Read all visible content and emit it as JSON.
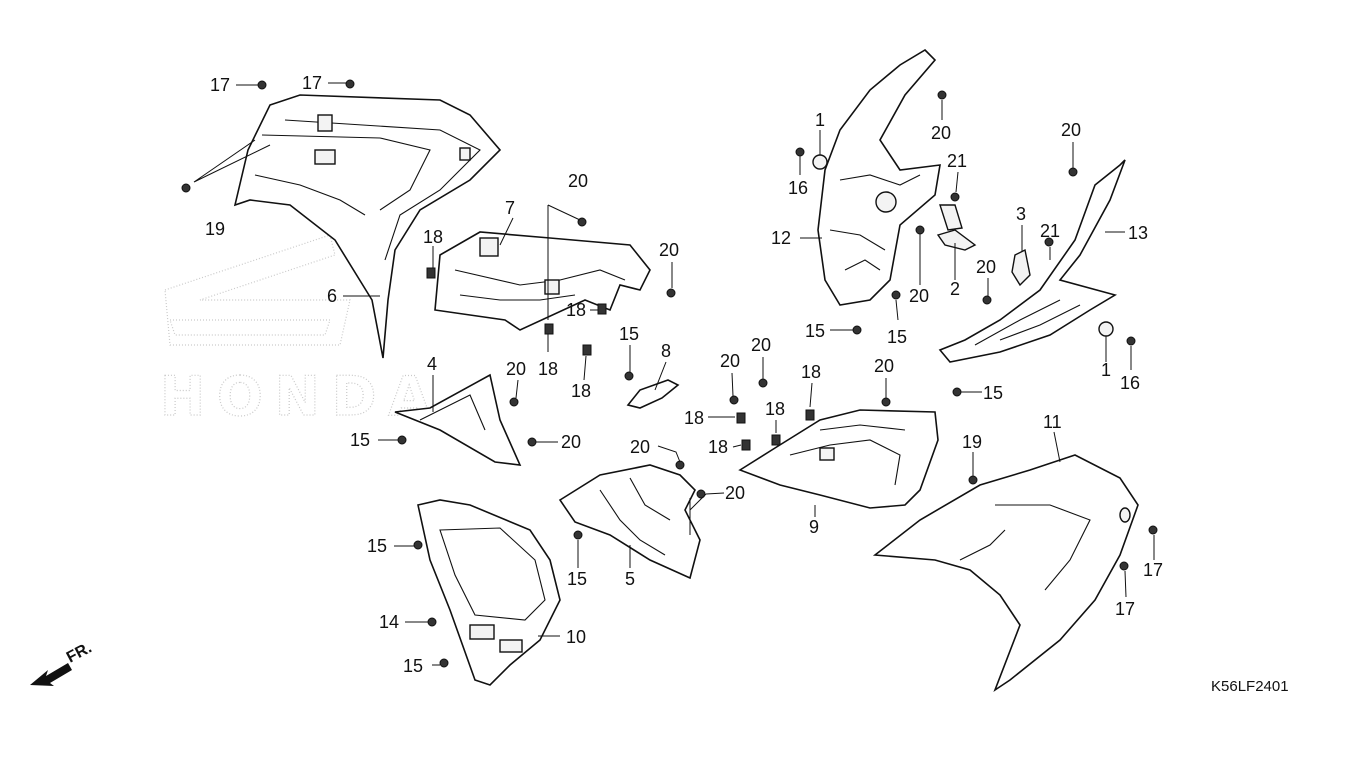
{
  "diagram_code": "K56LF2401",
  "direction_label": "FR.",
  "watermark_text": "HONDA",
  "callouts": [
    {
      "id": "c17a",
      "text": "17"
    },
    {
      "id": "c17b",
      "text": "17"
    },
    {
      "id": "c19a",
      "text": "19"
    },
    {
      "id": "c6",
      "text": "6"
    },
    {
      "id": "c7",
      "text": "7"
    },
    {
      "id": "c18a",
      "text": "18"
    },
    {
      "id": "c20a",
      "text": "20"
    },
    {
      "id": "c20b",
      "text": "20"
    },
    {
      "id": "c18b",
      "text": "18"
    },
    {
      "id": "c18c",
      "text": "18"
    },
    {
      "id": "c18d",
      "text": "18"
    },
    {
      "id": "c15a",
      "text": "15"
    },
    {
      "id": "c8",
      "text": "8"
    },
    {
      "id": "c4",
      "text": "4"
    },
    {
      "id": "c20c",
      "text": "20"
    },
    {
      "id": "c15b",
      "text": "15"
    },
    {
      "id": "c20d",
      "text": "20"
    },
    {
      "id": "c1a",
      "text": "1"
    },
    {
      "id": "c16a",
      "text": "16"
    },
    {
      "id": "c12",
      "text": "12"
    },
    {
      "id": "c20e",
      "text": "20"
    },
    {
      "id": "c21a",
      "text": "21"
    },
    {
      "id": "c3",
      "text": "3"
    },
    {
      "id": "c2",
      "text": "2"
    },
    {
      "id": "c20f",
      "text": "20"
    },
    {
      "id": "c20g",
      "text": "20"
    },
    {
      "id": "c21b",
      "text": "21"
    },
    {
      "id": "c13",
      "text": "13"
    },
    {
      "id": "c20h",
      "text": "20"
    },
    {
      "id": "c15c",
      "text": "15"
    },
    {
      "id": "c15d",
      "text": "15"
    },
    {
      "id": "c1b",
      "text": "1"
    },
    {
      "id": "c16b",
      "text": "16"
    },
    {
      "id": "c15e",
      "text": "15"
    },
    {
      "id": "c20i",
      "text": "20"
    },
    {
      "id": "c20j",
      "text": "20"
    },
    {
      "id": "c18e",
      "text": "18"
    },
    {
      "id": "c20k",
      "text": "20"
    },
    {
      "id": "c18f",
      "text": "18"
    },
    {
      "id": "c18g",
      "text": "18"
    },
    {
      "id": "c18h",
      "text": "18"
    },
    {
      "id": "c20l",
      "text": "20"
    },
    {
      "id": "c20m",
      "text": "20"
    },
    {
      "id": "c9",
      "text": "9"
    },
    {
      "id": "c15f",
      "text": "15"
    },
    {
      "id": "c5",
      "text": "5"
    },
    {
      "id": "c15g",
      "text": "15"
    },
    {
      "id": "c14",
      "text": "14"
    },
    {
      "id": "c10",
      "text": "10"
    },
    {
      "id": "c15h",
      "text": "15"
    },
    {
      "id": "c11",
      "text": "11"
    },
    {
      "id": "c19b",
      "text": "19"
    },
    {
      "id": "c17c",
      "text": "17"
    },
    {
      "id": "c17d",
      "text": "17"
    }
  ]
}
